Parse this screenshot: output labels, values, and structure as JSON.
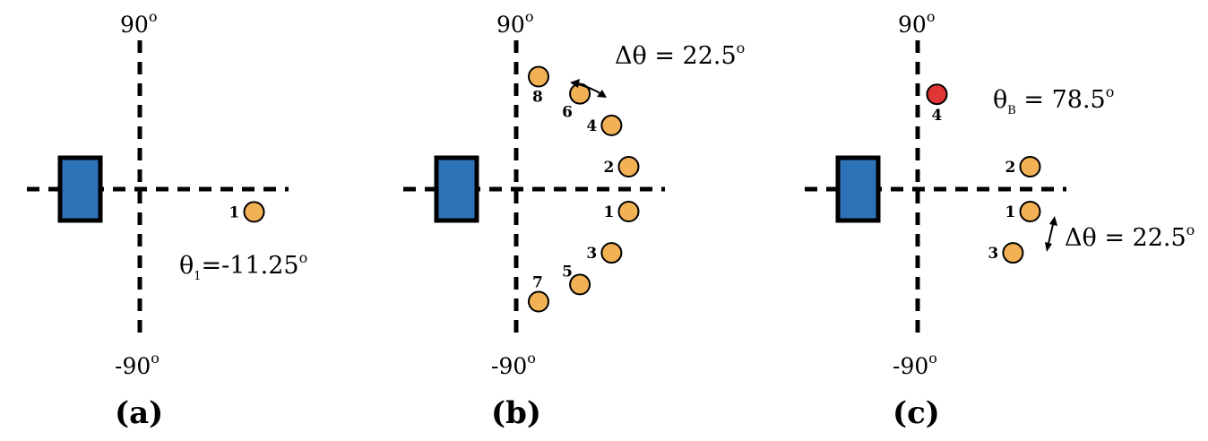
{
  "axis": {
    "top_label": "90",
    "bottom_label": "-90",
    "degree_sign": "o"
  },
  "panels": [
    {
      "panel_label": "(a)",
      "annotation": {
        "symbol": "θ",
        "subscript": "1",
        "value": "=-11.25",
        "degree_sign": "o"
      },
      "stations": [
        {
          "label": "1",
          "angle_deg": -11.25,
          "color": "#f2b155"
        }
      ]
    },
    {
      "panel_label": "(b)",
      "annotation": {
        "prefix": "Δθ = 22.5",
        "degree_sign": "o"
      },
      "stations": [
        {
          "label": "1",
          "angle_deg": -11.25,
          "color": "#f2b155"
        },
        {
          "label": "2",
          "angle_deg": 11.25,
          "color": "#f2b155"
        },
        {
          "label": "3",
          "angle_deg": -33.75,
          "color": "#f2b155"
        },
        {
          "label": "4",
          "angle_deg": 33.75,
          "color": "#f2b155"
        },
        {
          "label": "5",
          "angle_deg": -56.25,
          "color": "#f2b155"
        },
        {
          "label": "6",
          "angle_deg": 56.25,
          "color": "#f2b155"
        },
        {
          "label": "7",
          "angle_deg": -78.75,
          "color": "#f2b155"
        },
        {
          "label": "8",
          "angle_deg": 78.75,
          "color": "#f2b155"
        }
      ]
    },
    {
      "panel_label": "(c)",
      "annotation_beam": {
        "symbol": "θ",
        "subscript": "B",
        "value": " = 78.5",
        "degree_sign": "o"
      },
      "annotation_step": {
        "prefix": "Δθ = 22.5",
        "degree_sign": "o"
      },
      "stations": [
        {
          "label": "1",
          "angle_deg": -11.25,
          "color": "#f2b155"
        },
        {
          "label": "2",
          "angle_deg": 11.25,
          "color": "#f2b155"
        },
        {
          "label": "3",
          "angle_deg": -33.75,
          "color": "#f2b155"
        },
        {
          "label": "4",
          "angle_deg": 78.5,
          "color": "#e03535"
        }
      ]
    }
  ]
}
